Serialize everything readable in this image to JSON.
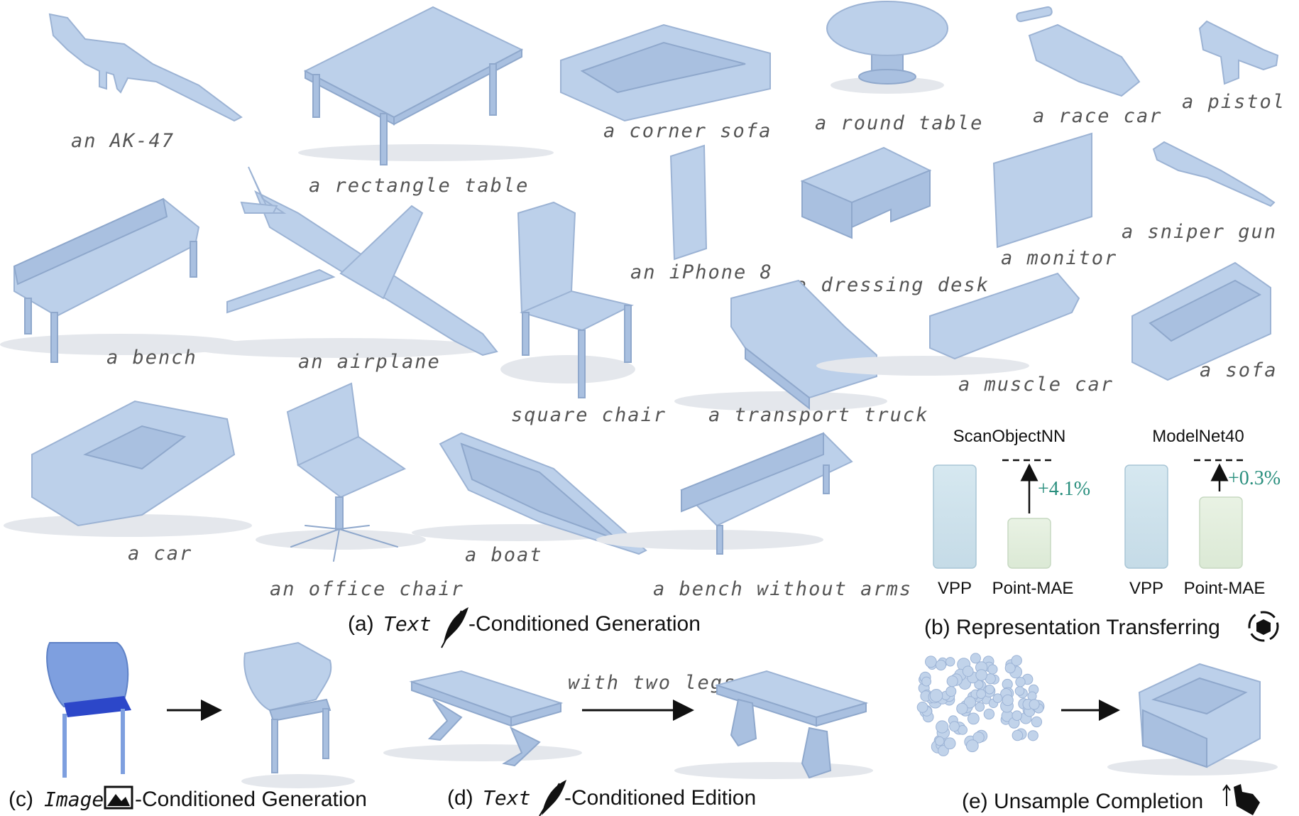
{
  "captions": {
    "ak47": "an AK-47",
    "rect_table": "a rectangle table",
    "corner_sofa": "a corner sofa",
    "round_table": "a round table",
    "race_car": "a race car",
    "pistol": "a pistol",
    "bench": "a bench",
    "airplane": "an airplane",
    "iphone": "an iPhone 8",
    "dressing_desk": "a dressing desk",
    "monitor": "a monitor",
    "sniper": "a sniper gun",
    "square_chair": "square chair",
    "transport_truck": "a transport truck",
    "muscle_car": "a muscle car",
    "sofa": "a sofa",
    "car": "a car",
    "office_chair": "an office chair",
    "boat": "a boat",
    "bench_no_arms": "a bench without arms",
    "with_two_legs": "with two legs"
  },
  "sections": {
    "a_prefix": "(a)",
    "a_mono": "Text",
    "a_suffix": "-Conditioned Generation",
    "b": "(b) Representation Transferring",
    "c_prefix": "(c)",
    "c_mono": "Image",
    "c_suffix": "-Conditioned Generation",
    "d_prefix": "(d)",
    "d_mono": "Text",
    "d_suffix": "-Conditioned Edition",
    "e": "(e) Unsample Completion"
  },
  "chart_data": [
    {
      "type": "bar",
      "title": "ScanObjectNN",
      "categories": [
        "VPP",
        "Point-MAE"
      ],
      "improvement_label": "+4.1%",
      "colors": [
        "#cfe2ec",
        "#e3eedd"
      ]
    },
    {
      "type": "bar",
      "title": "ModelNet40",
      "categories": [
        "VPP",
        "Point-MAE"
      ],
      "improvement_label": "+0.3%",
      "colors": [
        "#cfe2ec",
        "#e3eedd"
      ]
    }
  ]
}
